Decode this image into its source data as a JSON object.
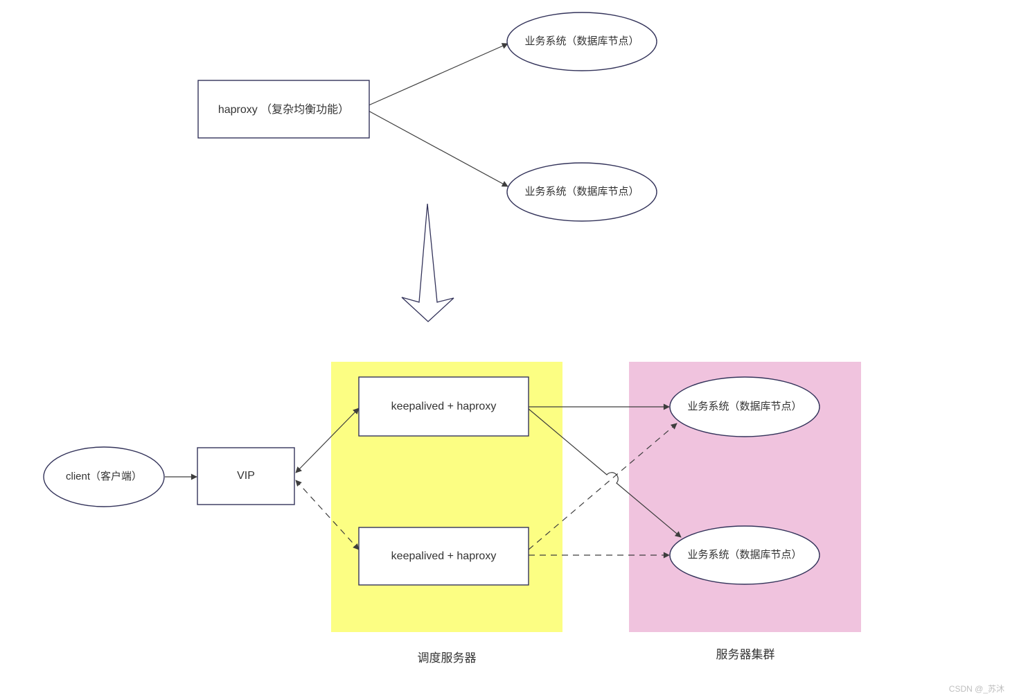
{
  "colors": {
    "scheduler_region_fill": "#FCFE83",
    "cluster_region_fill": "#F0C3DE",
    "node_stroke": "#33335A",
    "arrow_color": "#3D3D3D",
    "text_color": "#333333",
    "watermark_color": "#BEBEBE"
  },
  "top_diagram": {
    "haproxy_box": "haproxy （复杂均衡功能）",
    "db_node_top": "业务系统（数据库节点）",
    "db_node_bottom": "业务系统（数据库节点）"
  },
  "bottom_diagram": {
    "client": "client（客户端）",
    "vip": "VIP",
    "lb_primary": "keepalived + haproxy",
    "lb_backup": "keepalived + haproxy",
    "db_node_top": "业务系统（数据库节点）",
    "db_node_bottom": "业务系统（数据库节点）",
    "scheduler_group_label": "调度服务器",
    "cluster_group_label": "服务器集群"
  },
  "watermark": "CSDN @_苏沐"
}
